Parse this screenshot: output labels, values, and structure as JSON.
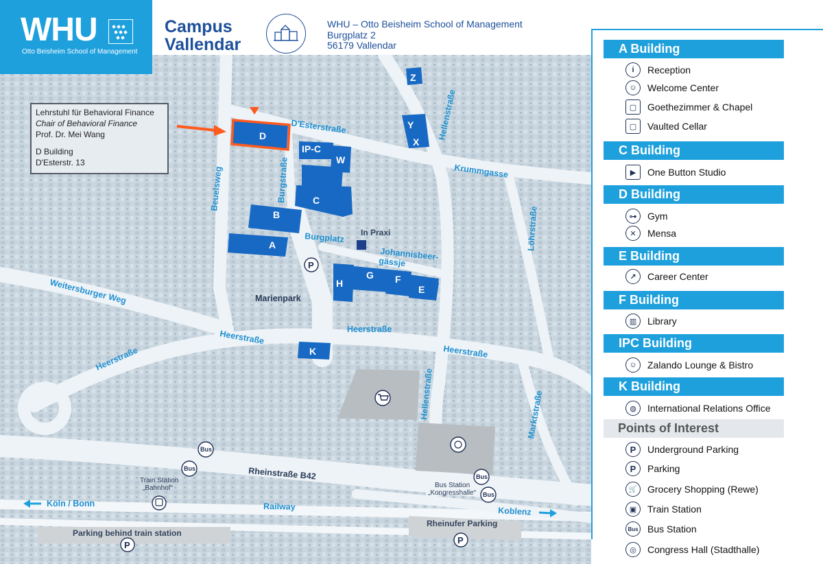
{
  "header": {
    "logo": "WHU",
    "logo_subtitle": "Otto Beisheim School of Management",
    "campus_title_line1": "Campus",
    "campus_title_line2": "Vallendar",
    "campus_icon": "campus-building-icon",
    "address_line1": "WHU – Otto Beisheim School of Management",
    "address_line2": "Burgplatz 2",
    "address_line3": "56179 Vallendar"
  },
  "chair_box": {
    "line1": "Lehrstuhl für Behavioral Finance",
    "line2": "Chair of Behavioral Finance",
    "line3": "Prof. Dr. Mei Wang",
    "line4": "D Building",
    "line5": "D'Esterstr. 13"
  },
  "map": {
    "buildings": {
      "a": "A",
      "b": "B",
      "c": "C",
      "d": "D",
      "ipc": "IP-C",
      "w": "W",
      "e": "E",
      "f": "F",
      "g": "G",
      "h": "H",
      "k": "K",
      "x": "X",
      "y": "Y",
      "z": "Z"
    },
    "streets": {
      "desterstrasse": "D'Esterstraße",
      "beuelsweg": "Beuelsweg",
      "burgstrasse": "Burgstraße",
      "burgplatz": "Burgplatz",
      "hellenstrasse_top": "Hellenstraße",
      "krummgasse": "Krummgasse",
      "loehrstrasse": "Löhrstraße",
      "johannisbeer1": "Johannisbeer-",
      "johannisbeer2": "gässje",
      "weitersburger": "Weitersburger Weg",
      "marienpark": "Marienpark",
      "heerstrasse1": "Heerstraße",
      "heerstrasse2": "Heerstraße",
      "heerstrasse3": "Heerstraße",
      "heerstrasse4": "Heerstraße",
      "hellenstrasse_bottom": "Hellenstraße",
      "marktstrasse": "Marktstraße",
      "rheinstrasse": "Rheinstraße B42",
      "railway": "Railway",
      "koeln": "Köln / Bonn",
      "koblenz": "Koblenz",
      "parking_train": "Parking behind train station",
      "rheinufer": "Rheinufer Parking",
      "in_praxi": "In Praxi",
      "train_station1": "Train Station",
      "train_station2": "„Bahnhof“",
      "bus_station1": "Bus Station",
      "bus_station2": "„Kongresshalle“"
    },
    "bus": "Bus",
    "parking": "P"
  },
  "legend": {
    "sections": [
      {
        "title": "A  Building",
        "items": [
          {
            "label": "Reception",
            "icon": "info-icon"
          },
          {
            "label": "Welcome Center",
            "icon": "people-icon"
          },
          {
            "label": "Goethezimmer & Chapel",
            "icon": "room-icon"
          },
          {
            "label": "Vaulted Cellar",
            "icon": "cellar-icon"
          }
        ]
      },
      {
        "title": "C  Building",
        "items": [
          {
            "label": "One Button Studio",
            "icon": "video-icon"
          }
        ]
      },
      {
        "title": "D  Building",
        "items": [
          {
            "label": "Gym",
            "icon": "dumbbell-icon"
          },
          {
            "label": "Mensa",
            "icon": "cutlery-icon"
          }
        ]
      },
      {
        "title": "E  Building",
        "items": [
          {
            "label": "Career Center",
            "icon": "career-icon"
          }
        ]
      },
      {
        "title": "F  Building",
        "items": [
          {
            "label": "Library",
            "icon": "library-icon"
          }
        ]
      },
      {
        "title": "IPC  Building",
        "items": [
          {
            "label": "Zalando Lounge & Bistro",
            "icon": "lounge-icon"
          }
        ]
      },
      {
        "title": "K  Building",
        "items": [
          {
            "label": "International Relations Office",
            "icon": "globe-icon"
          }
        ]
      }
    ],
    "poi_title": "Points of Interest",
    "poi_items": [
      {
        "label": "Underground Parking",
        "icon": "underground-parking-icon",
        "glyph": "P"
      },
      {
        "label": "Parking",
        "icon": "parking-icon",
        "glyph": "P"
      },
      {
        "label": "Grocery Shopping (Rewe)",
        "icon": "cart-icon",
        "glyph": "🛒"
      },
      {
        "label": "Train Station",
        "icon": "train-icon",
        "glyph": "▣"
      },
      {
        "label": "Bus Station",
        "icon": "bus-icon",
        "glyph": "Bus"
      },
      {
        "label": "Congress Hall (Stadthalle)",
        "icon": "congress-hall-icon",
        "glyph": "◎"
      }
    ]
  },
  "colors": {
    "brand_blue": "#1ea0dd",
    "building_blue": "#1769c4",
    "highlight_orange": "#ff5a1f",
    "title_navy": "#1d4f9a"
  }
}
